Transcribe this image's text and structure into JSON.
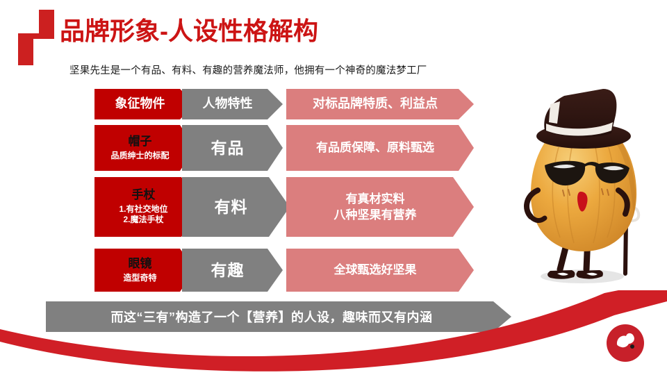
{
  "header": {
    "title": "品牌形象-人设性格解构",
    "subtitle": "坚果先生是一个有品、有料、有趣的营养魔法师，他拥有一个神奇的魔法梦工厂",
    "bolt_icon": "lightning-bolt-icon"
  },
  "table": {
    "head": {
      "object": "象征物件",
      "trait": "人物特性",
      "benefit": "对标品牌特质、利益点"
    },
    "rows": [
      {
        "object_title": "帽子",
        "object_sub": "品质绅士的标配",
        "trait": "有品",
        "benefit": "有品质保障、原料甄选"
      },
      {
        "object_title": "手杖",
        "object_sub": "1.有社交地位\n2.魔法手杖",
        "trait": "有料",
        "benefit": "有真材实料\n八种坚果有营养"
      },
      {
        "object_title": "眼镜",
        "object_sub": "造型奇特",
        "trait": "有趣",
        "benefit": "全球甄选好坚果"
      }
    ]
  },
  "banner": {
    "text": "而这“三有”构造了一个【营养】的人设，趣味而又有内涵"
  },
  "mascot": {
    "name": "nut-mascot-illustration",
    "description": "坚果先生"
  },
  "footer": {
    "logo_name": "brand-logo-icon",
    "swoosh_name": "red-swoosh-decoration"
  },
  "colors": {
    "brand_red": "#C00000",
    "title_red": "#CC1414",
    "grey": "#808080",
    "pink": "#DB7E7E",
    "white": "#FFFFFF",
    "ink": "#111111"
  }
}
